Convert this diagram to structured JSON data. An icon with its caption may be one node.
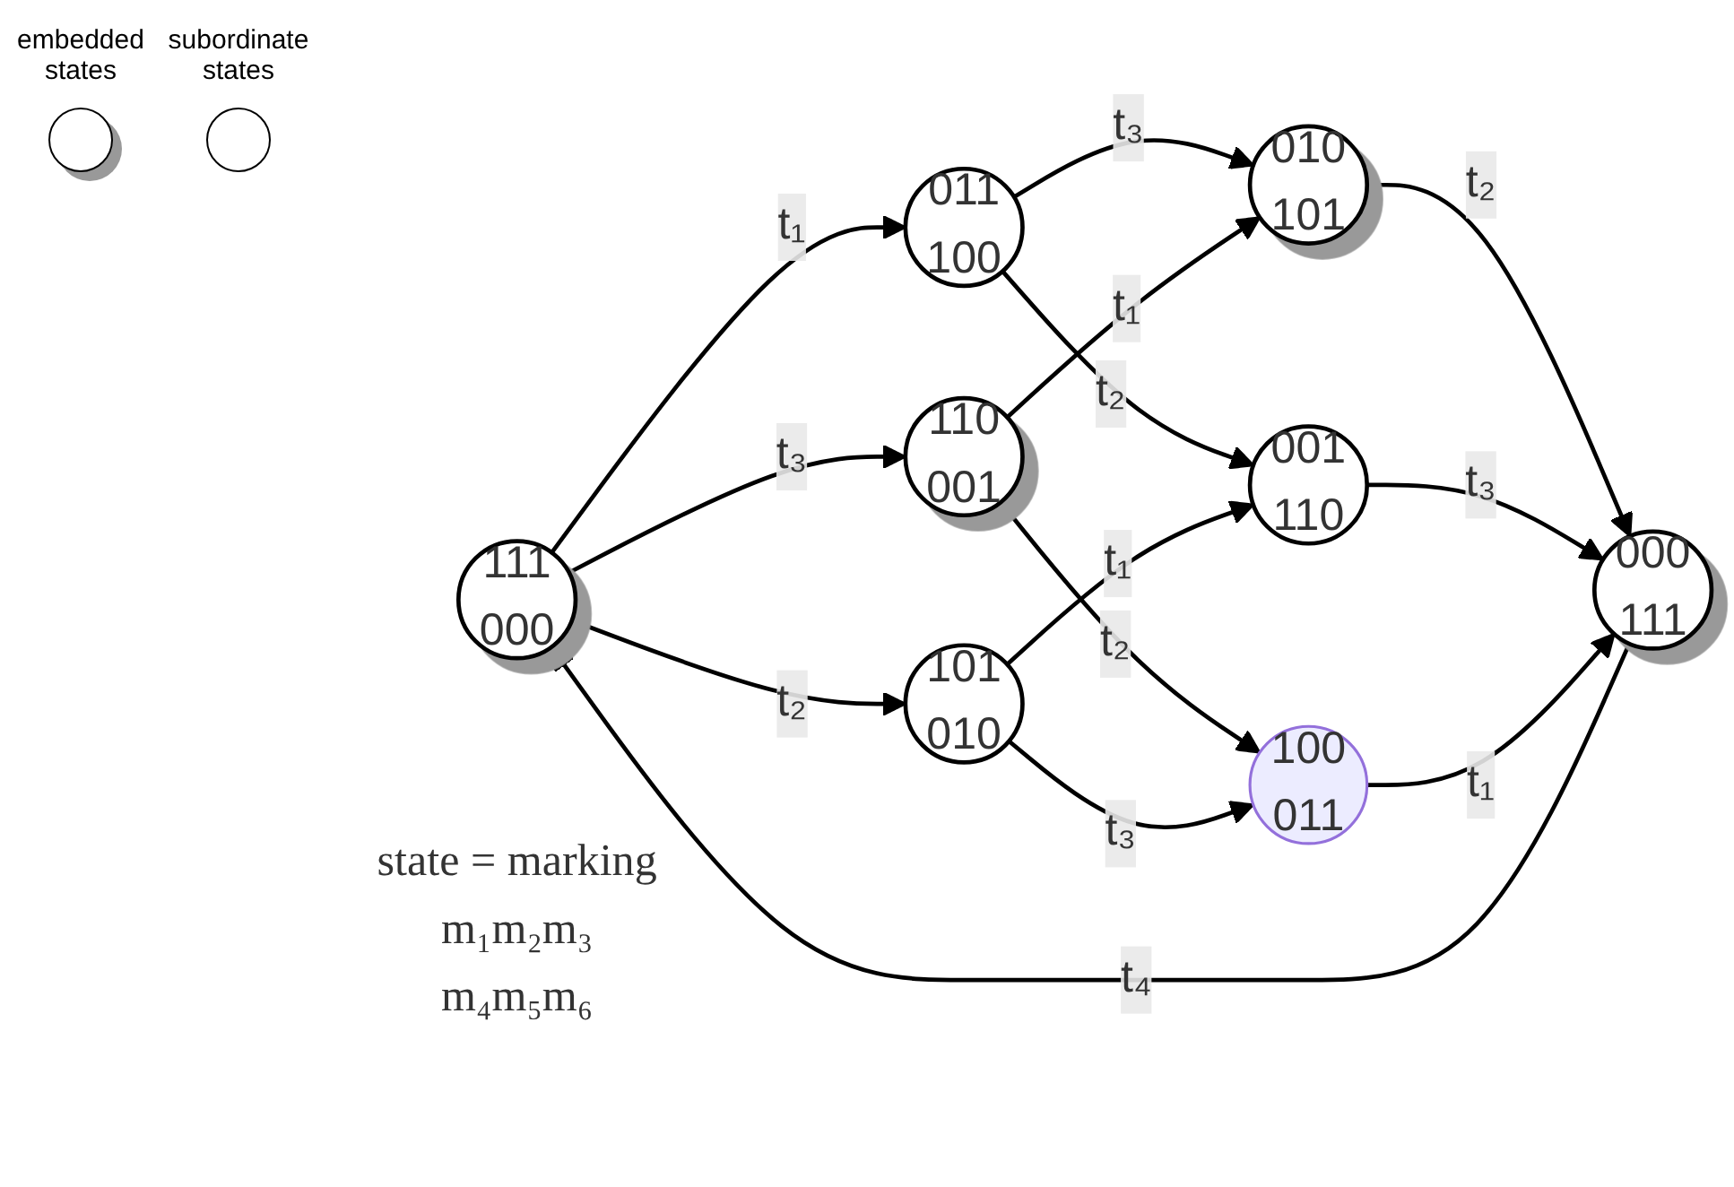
{
  "diagram": {
    "nodes": [
      {
        "text": [
          "111 000"
        ]
      },
      {
        "text": [
          "011 100"
        ]
      },
      {
        "text": [
          "110 001"
        ]
      },
      {
        "text": [
          "101 010"
        ]
      },
      {
        "text": [
          "010 101"
        ]
      },
      {
        "text": [
          "001 110"
        ]
      },
      {
        "text": [
          "100 011"
        ]
      },
      {
        "text": [
          "000 111"
        ]
      },
      {
        "text": [
          "state = marking",
          "m₁m₂m₃ m₄m₅m₆"
        ]
      }
    ],
    "edges": [
      {
        "from": 0,
        "to": 1,
        "arrow": "to",
        "label": "t₁"
      },
      {
        "from": 0,
        "to": 2,
        "arrow": "to",
        "label": "t₃"
      },
      {
        "from": 0,
        "to": 3,
        "arrow": "to",
        "label": "t₂"
      },
      {
        "from": 1,
        "to": 4,
        "arrow": "to",
        "label": "t₃"
      },
      {
        "from": 1,
        "to": 5,
        "arrow": "to",
        "label": "t₂"
      },
      {
        "from": 2,
        "to": 4,
        "arrow": "to",
        "label": "t₁"
      },
      {
        "from": 2,
        "to": 6,
        "arrow": "to",
        "label": "t₂"
      },
      {
        "from": 3,
        "to": 5,
        "arrow": "to",
        "label": "t₁"
      },
      {
        "from": 3,
        "to": 6,
        "arrow": "to",
        "label": "t₃"
      },
      {
        "from": 4,
        "to": 7,
        "arrow": "to",
        "label": "t₂"
      },
      {
        "from": 5,
        "to": 7,
        "arrow": "to",
        "label": "t₃"
      },
      {
        "from": 6,
        "to": 7,
        "arrow": "to",
        "label": "t₁"
      },
      {
        "from": 7,
        "to": 0,
        "arrow": "to",
        "label": "t₄"
      }
    ],
    "legend": [
      {
        "text": "embedded states"
      },
      {
        "text": "subordinate states"
      }
    ]
  }
}
